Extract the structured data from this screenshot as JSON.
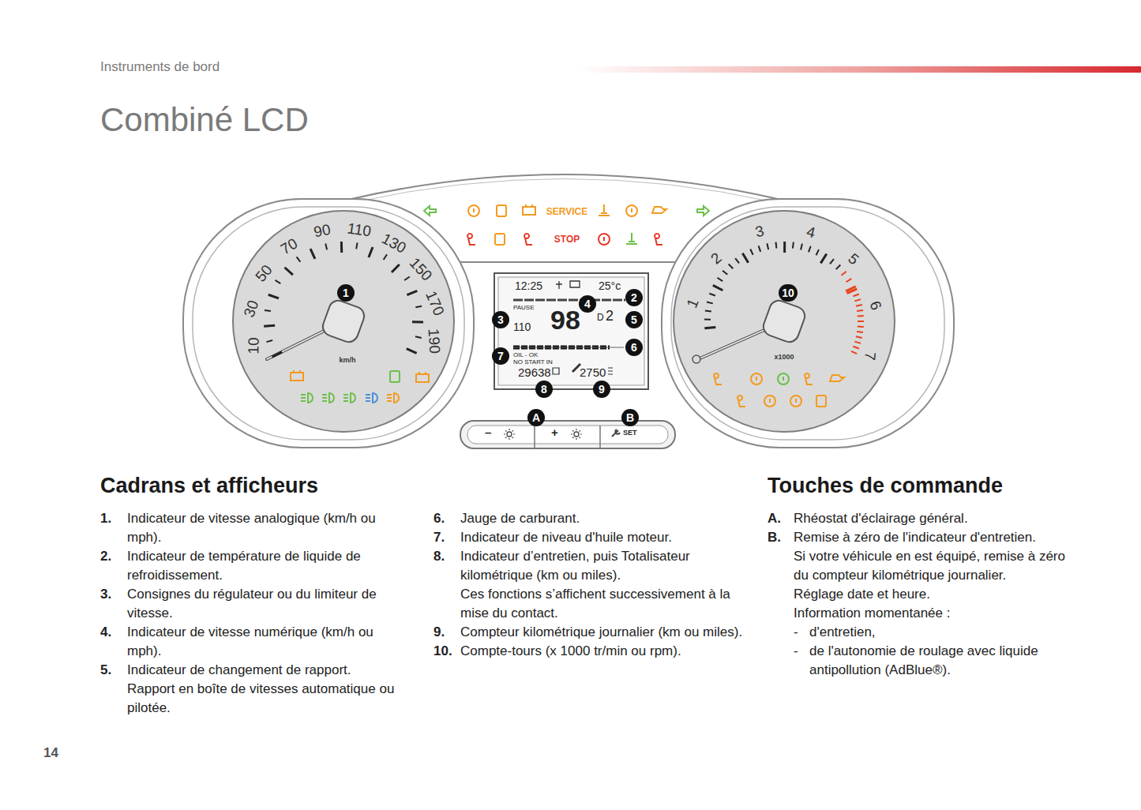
{
  "diagram": {
    "title": "Combiné LCD",
    "nodes": [
      {
        "text": [
          "1"
        ]
      },
      {
        "text": [
          "2"
        ]
      },
      {
        "text": [
          "3"
        ]
      },
      {
        "text": [
          "4"
        ]
      },
      {
        "text": [
          "5"
        ]
      },
      {
        "text": [
          "6"
        ]
      },
      {
        "text": [
          "7"
        ]
      },
      {
        "text": [
          "8"
        ]
      },
      {
        "text": [
          "9"
        ]
      },
      {
        "text": [
          "10"
        ]
      },
      {
        "text": [
          "A"
        ]
      },
      {
        "text": [
          "B"
        ]
      }
    ],
    "labels": [
      "Instruments de bord",
      "Cadrans et afficheurs",
      "Touches de commande",
      "1.",
      "Indicateur de vitesse analogique (km/h ou mph).",
      "2.",
      "Indicateur de température de liquide de refroidissement.",
      "3.",
      "Consignes du régulateur ou du limiteur de vitesse.",
      "4.",
      "Indicateur de vitesse numérique (km/h ou mph).",
      "5.",
      "Indicateur de changement de rapport.",
      "Rapport en boîte de vitesses automatique ou pilotée.",
      "6.",
      "Jauge de carburant.",
      "7.",
      "Indicateur de niveau d'huile moteur.",
      "8.",
      "Indicateur d’entretien, puis Totalisateur kilométrique (km ou miles).",
      "Ces fonctions s’affichent successivement à la mise du contact.",
      "9.",
      "Compteur kilométrique journalier (km ou miles).",
      "10.",
      "Compte-tours (x 1000 tr/min ou rpm).",
      "A.",
      "Rhéostat d'éclairage général.",
      "B.",
      "Remise à zéro de l'indicateur d'entretien.",
      "Si votre véhicule en est équipé, remise à zéro du compteur kilométrique journalier.",
      "Réglage date et heure.",
      "Information momentanée :",
      "-",
      "d'entretien,",
      "-",
      "de l'autonomie de roulage avec liquide antipollution (AdBlue®).",
      "14",
      "10",
      "30",
      "50",
      "70",
      "90",
      "110",
      "130",
      "150",
      "170",
      "190",
      "km/h",
      "1",
      "2",
      "3",
      "4",
      "5",
      "6",
      "7",
      "x1000",
      "SERVICE",
      "STOP",
      "12:25",
      "25°c",
      "PAUSE",
      "110",
      "98",
      "D",
      "2",
      "OIL - OK",
      "NO START IN",
      "29638",
      "2750",
      "–",
      "+",
      "SET"
    ]
  }
}
